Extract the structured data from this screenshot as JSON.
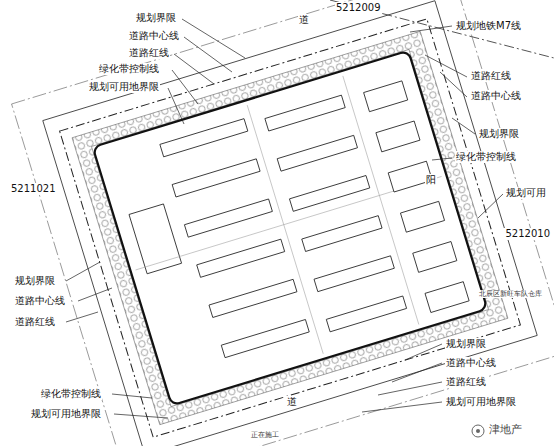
{
  "diagram": {
    "labels": [
      "规划界限",
      "道路中心线",
      "道路红线",
      "绿化带控制线",
      "规划可用地界限",
      "5212009",
      "规划地铁M7线",
      "道路红线",
      "道路中心线",
      "规划界限",
      "绿化带控制线",
      "规划可用",
      "5211021",
      "规划界限",
      "道路中心线",
      "道路红线",
      "5212010",
      "规划界限",
      "道路中心线",
      "道路红线",
      "规划可用地界限",
      "绿化带控制线",
      "规划可用地界限",
      "道",
      "道",
      "阳",
      "北辰区新旺车队仓库",
      "正在施工",
      "津地产"
    ]
  }
}
